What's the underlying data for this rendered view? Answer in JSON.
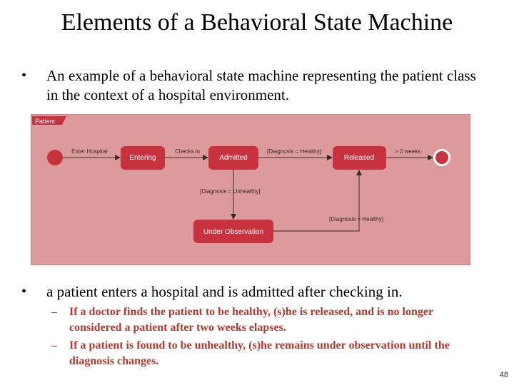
{
  "slide": {
    "title": "Elements of a Behavioral State Machine",
    "bullet1": "An example of a behavioral state machine representing the patient class in the context of a hospital environment.",
    "bullet2": "a patient enters a hospital and is admitted after checking in.",
    "sub1": "If a doctor finds the patient to be healthy, (s)he is released, and is no longer considered a patient after two weeks elapses.",
    "sub2": "If a patient is found to be unhealthy, (s)he remains under observation until the diagnosis changes.",
    "page_number": "48",
    "bullet_glyph": "•",
    "dash_glyph": "–"
  },
  "diagram": {
    "frame_label": "Patient",
    "states": {
      "entering": "Entering",
      "admitted": "Admitted",
      "released": "Released",
      "under_observation": "Under Observation"
    },
    "transitions": {
      "enter_hospital": "Enter Hospital",
      "checks_in": "Checks in",
      "diagnosis_healthy": "[Diagnosis = Healthy]",
      "two_weeks": "> 2 weeks",
      "diagnosis_unhealthy": "[Diagnosis = Unhealthy]",
      "diagnosis_healthy_2": "[Diagnosis = Healthy]"
    },
    "colors": {
      "background": "#dc9a9b",
      "state_fill": "#c8323f",
      "label_tab": "#c8323f",
      "line": "#3a2a2a"
    }
  }
}
